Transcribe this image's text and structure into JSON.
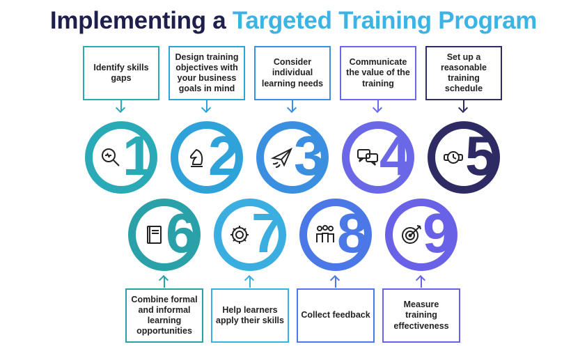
{
  "title": {
    "part1": "Implementing a ",
    "part2": "Targeted Training Program"
  },
  "colors": {
    "title_dark": "#1e1f4d",
    "title_accent": "#3bb3e4",
    "step_colors": [
      "#2aa9b6",
      "#2ea2d9",
      "#3b8fe0",
      "#6a68e6",
      "#2e2a63",
      "#2aa1a8",
      "#3aaee0",
      "#4a78e6",
      "#6a62e6"
    ]
  },
  "steps": [
    {
      "number": "1",
      "icon": "magnifier-icon",
      "label": "Identify skills gaps"
    },
    {
      "number": "2",
      "icon": "chess-knight-icon",
      "label": "Design training objectives with your business goals in mind"
    },
    {
      "number": "3",
      "icon": "paper-plane-icon",
      "label": "Consider individual learning needs"
    },
    {
      "number": "4",
      "icon": "chat-bubbles-icon",
      "label": "Communicate the value of the training"
    },
    {
      "number": "5",
      "icon": "watch-icon",
      "label": "Set up a reasonable training schedule"
    },
    {
      "number": "6",
      "icon": "book-icon",
      "label": "Combine formal and informal learning opportunities"
    },
    {
      "number": "7",
      "icon": "gear-icon",
      "label": "Help learners apply their skills"
    },
    {
      "number": "8",
      "icon": "team-icon",
      "label": "Collect feedback"
    },
    {
      "number": "9",
      "icon": "target-icon",
      "label": "Measure training effectiveness"
    }
  ]
}
